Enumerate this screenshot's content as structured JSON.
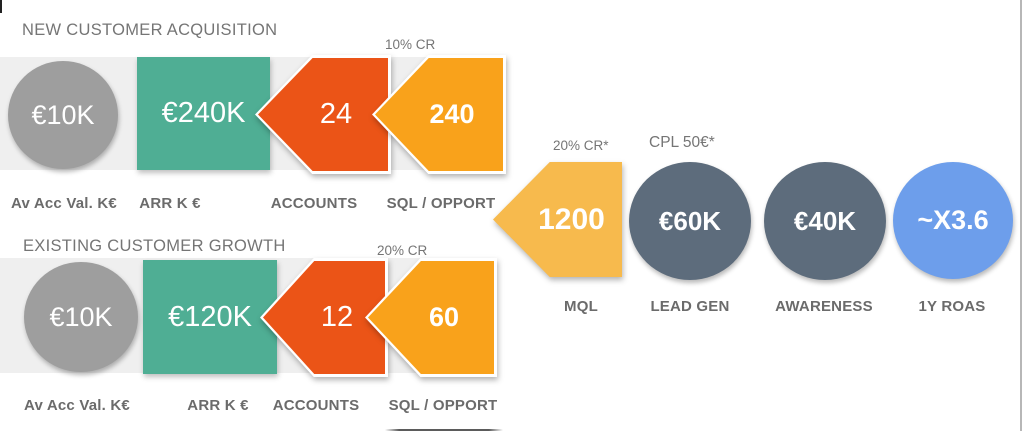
{
  "colors": {
    "gray_circle": "#9E9E9E",
    "teal": "#4FAE94",
    "orange": "#EB5417",
    "yellow": "#F9A21B",
    "amber": "#F7BA4D",
    "slate": "#5D6C7C",
    "blue": "#6D9EEB",
    "band": "#EFEFEF",
    "text_gray": "#757575"
  },
  "sections": [
    {
      "heading": "NEW CUSTOMER ACQUISITION",
      "cr_note": "10% CR",
      "stages": [
        {
          "value": "€10K",
          "label": "Av Acc Val. K€"
        },
        {
          "value": "€240K",
          "label": "ARR K €"
        },
        {
          "value": "24",
          "label": "ACCOUNTS"
        },
        {
          "value": "240",
          "label": "SQL / OPPORT"
        }
      ]
    },
    {
      "heading": "EXISTING CUSTOMER GROWTH",
      "cr_note": "20% CR",
      "stages": [
        {
          "value": "€10K",
          "label": "Av Acc Val. K€"
        },
        {
          "value": "€120K",
          "label": "ARR K €"
        },
        {
          "value": "12",
          "label": "ACCOUNTS"
        },
        {
          "value": "60",
          "label": "SQL / OPPORT"
        }
      ]
    }
  ],
  "funnel": {
    "mql": {
      "note": "20% CR*",
      "value": "1200",
      "label": "MQL"
    },
    "lead_gen": {
      "note": "CPL 50€*",
      "value": "€60K",
      "label": "LEAD GEN"
    },
    "awareness": {
      "value": "€40K",
      "label": "AWARENESS"
    },
    "roas": {
      "value": "~X3.6",
      "label": "1Y ROAS"
    }
  }
}
